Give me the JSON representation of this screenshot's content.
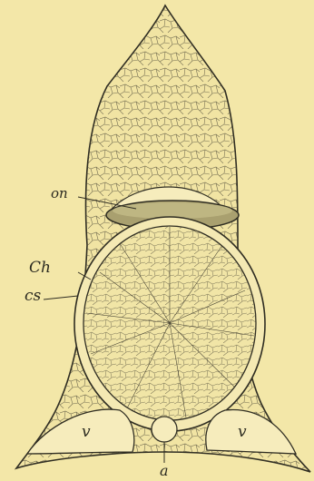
{
  "figure": {
    "background_color": "#f3e7a8",
    "ink_color": "#3b3a2f",
    "labels": {
      "on": "on",
      "Ch": "Ch",
      "cs": "cs",
      "v_left": "v",
      "v_right": "v",
      "a": "a"
    }
  }
}
